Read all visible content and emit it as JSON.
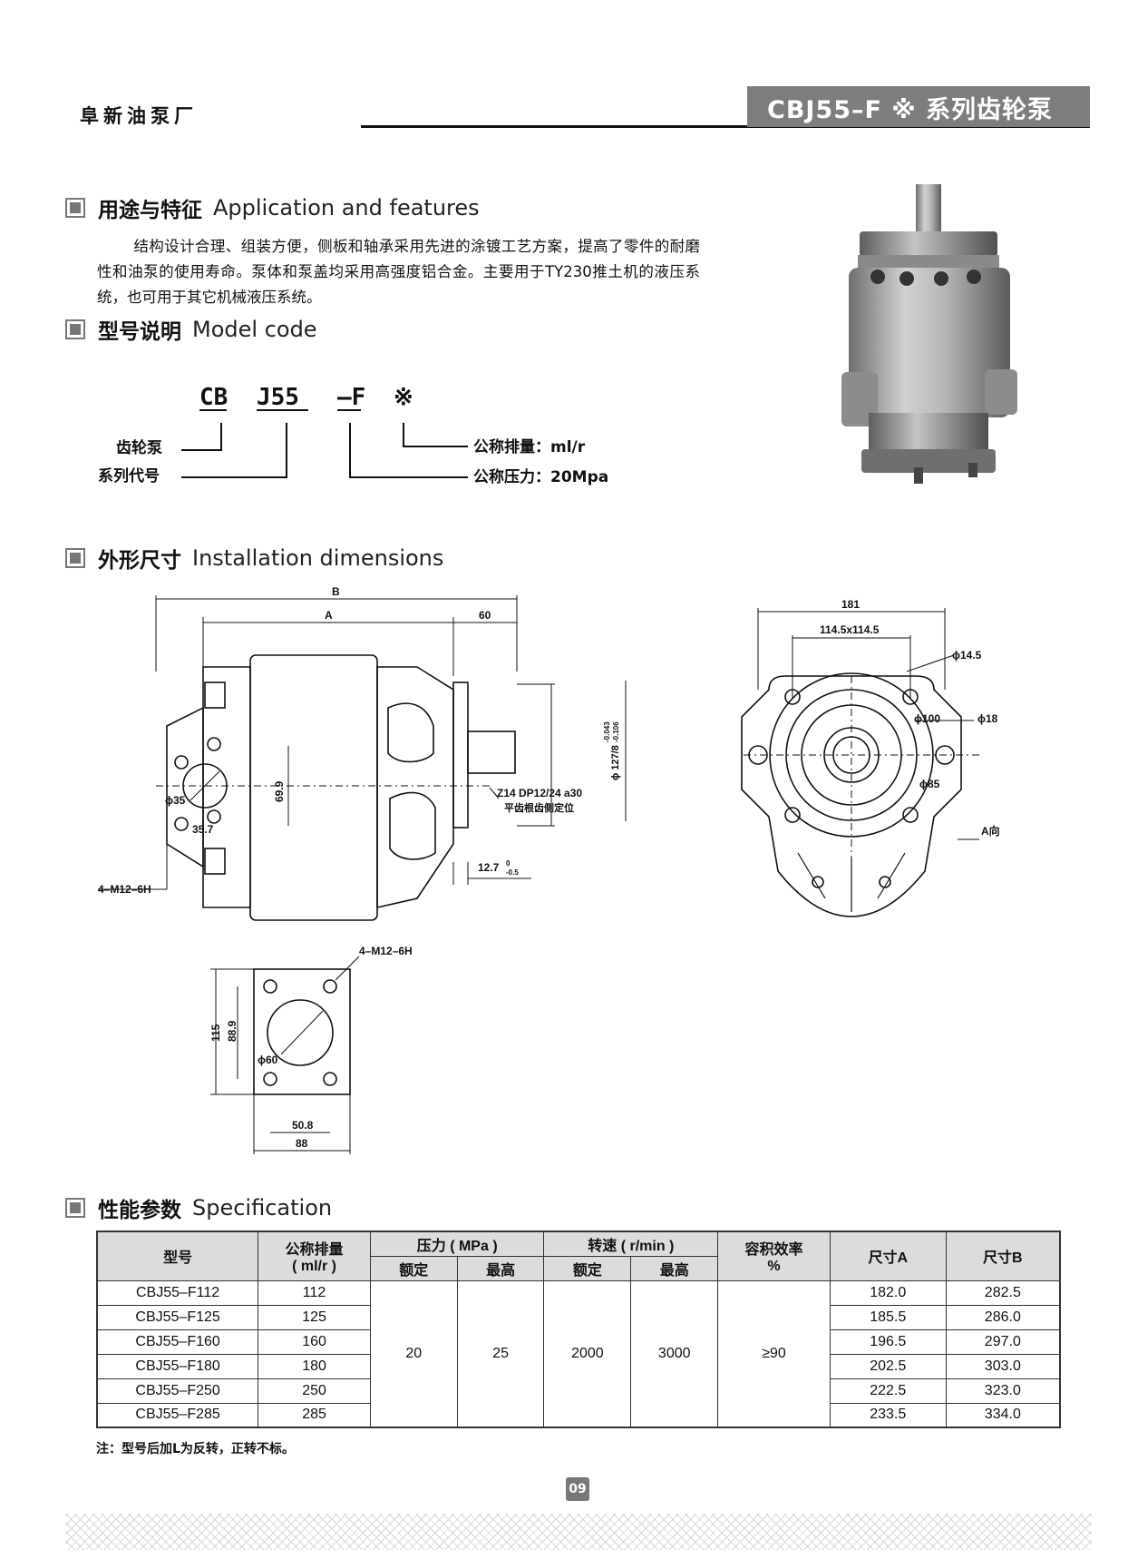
{
  "header": {
    "company": "阜新油泵厂",
    "series_title": "CBJ55–F ※ 系列齿轮泵"
  },
  "sections": {
    "application": {
      "cn": "用途与特征",
      "en": "Application and features"
    },
    "model_code": {
      "cn": "型号说明",
      "en": "Model code"
    },
    "installation": {
      "cn": "外形尺寸",
      "en": "Installation dimensions"
    },
    "spec": {
      "cn": "性能参数",
      "en": "Specification"
    }
  },
  "application_text": "结构设计合理、组装方便，侧板和轴承采用先进的涂镀工艺方案，提高了零件的耐磨性和油泵的使用寿命。泵体和泵盖均采用高强度铝合金。主要用于TY230推土机的液压系统，也可用于其它机械液压系统。",
  "model_code": {
    "parts": [
      "CB",
      "J55",
      "–F",
      "※"
    ],
    "labels": {
      "gear_pump": "齿轮泵",
      "series_code": "系列代号",
      "displacement": "公称排量：ml/r",
      "pressure": "公称压力：20Mpa"
    }
  },
  "dimensions": {
    "side": {
      "B": "B",
      "A": "A",
      "d60": "60",
      "d69_9": "69.9",
      "phi35": "ϕ35",
      "d35_7": "35.7",
      "shaft_dia": "ϕ 127/8",
      "shaft_tol_up": "-0.043",
      "shaft_tol_dn": "-0.106",
      "spline": "Z14  DP12/24  a30",
      "spline_note": "平齿根齿侧定位",
      "d12_7": "12.7",
      "tol_0": "0",
      "tol_n05": "-0.5",
      "thread": "4–M12–6H"
    },
    "front": {
      "d181": "181",
      "d114": "114.5x114.5",
      "phi14_5": "ϕ14.5",
      "phi100": "ϕ100",
      "phi18": "ϕ18",
      "phi85": "ϕ85",
      "view": "A向"
    },
    "flange": {
      "thread": "4–M12–6H",
      "d115": "115",
      "d88_9": "88.9",
      "phi60": "ϕ60",
      "d50_8": "50.8",
      "d88": "88"
    }
  },
  "spec_table": {
    "headers": {
      "model": "型号",
      "displacement": "公称排量",
      "displacement_unit": "( ml/r )",
      "pressure": "压力 ( MPa )",
      "speed": "转速 ( r/min )",
      "efficiency": "容积效率",
      "efficiency_unit": "%",
      "rated": "额定",
      "max": "最高",
      "rated2": "额定",
      "max2": "最高",
      "dimA": "尺寸A",
      "dimB": "尺寸B"
    },
    "rows": [
      {
        "model": "CBJ55–F112",
        "displacement": "112",
        "A": "182.0",
        "B": "282.5"
      },
      {
        "model": "CBJ55–F125",
        "displacement": "125",
        "A": "185.5",
        "B": "286.0"
      },
      {
        "model": "CBJ55–F160",
        "displacement": "160",
        "A": "196.5",
        "B": "297.0"
      },
      {
        "model": "CBJ55–F180",
        "displacement": "180",
        "A": "202.5",
        "B": "303.0"
      },
      {
        "model": "CBJ55–F250",
        "displacement": "250",
        "A": "222.5",
        "B": "323.0"
      },
      {
        "model": "CBJ55–F285",
        "displacement": "285",
        "A": "233.5",
        "B": "334.0"
      }
    ],
    "shared": {
      "pressure_rated": "20",
      "pressure_max": "25",
      "speed_rated": "2000",
      "speed_max": "3000",
      "efficiency": "≥90"
    }
  },
  "note": "注：型号后加L为反转，正转不标。",
  "page_number": "09"
}
